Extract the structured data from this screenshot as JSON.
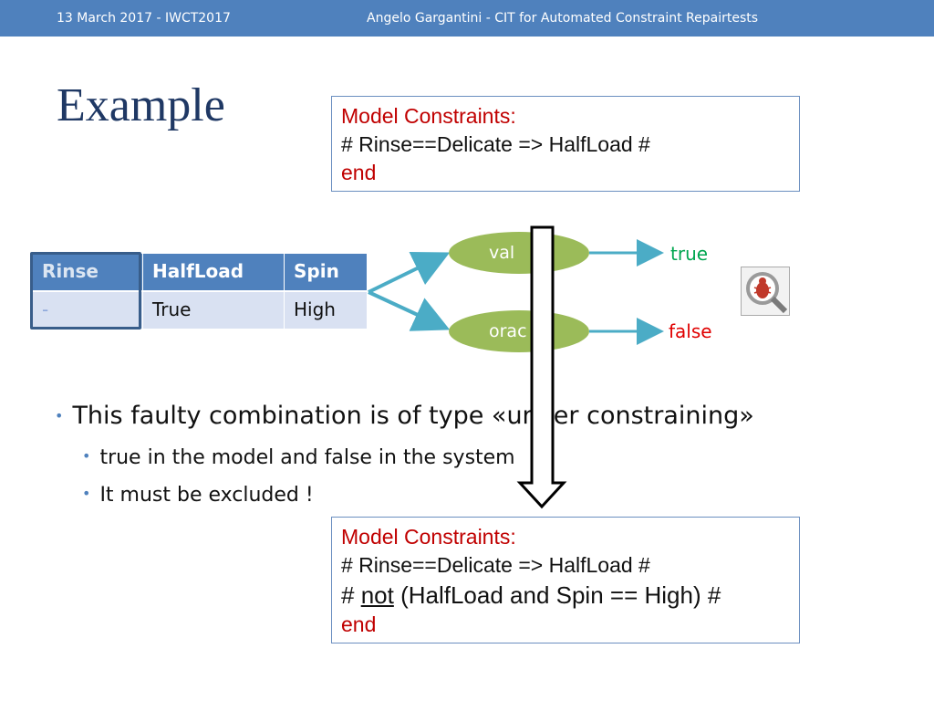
{
  "header": {
    "left": "13 March 2017 - IWCT2017",
    "right": "Angelo Gargantini -  CIT for Automated Constraint Repairtests"
  },
  "title": "Example",
  "box_top": {
    "line1": "Model Constraints:",
    "line2": "# Rinse==Delicate => HalfLoad #",
    "line3": "end"
  },
  "table": {
    "headers": [
      "Rinse",
      "HalfLoad",
      "Spin"
    ],
    "row": [
      "-",
      "True",
      "High"
    ]
  },
  "ovals": {
    "validator": "val",
    "oracle": "orac"
  },
  "results": {
    "true": "true",
    "false": "false"
  },
  "bullets": {
    "main": "This faulty combination is of type «under constraining»",
    "sub1": "true in the model and false in the system",
    "sub2": "It must be excluded !"
  },
  "box_bottom": {
    "line1": "Model Constraints:",
    "line2": "# Rinse==Delicate => HalfLoad #",
    "line3a": "# ",
    "line3b": "not",
    "line3c": " (HalfLoad and Spin == High) #",
    "line4": "end"
  },
  "colors": {
    "header": "#4f81bd",
    "oval": "#9bbb59",
    "accent_red": "#c00000",
    "arrow": "#4bacc6"
  },
  "icons": {
    "bug": "bug-magnifier-icon"
  }
}
